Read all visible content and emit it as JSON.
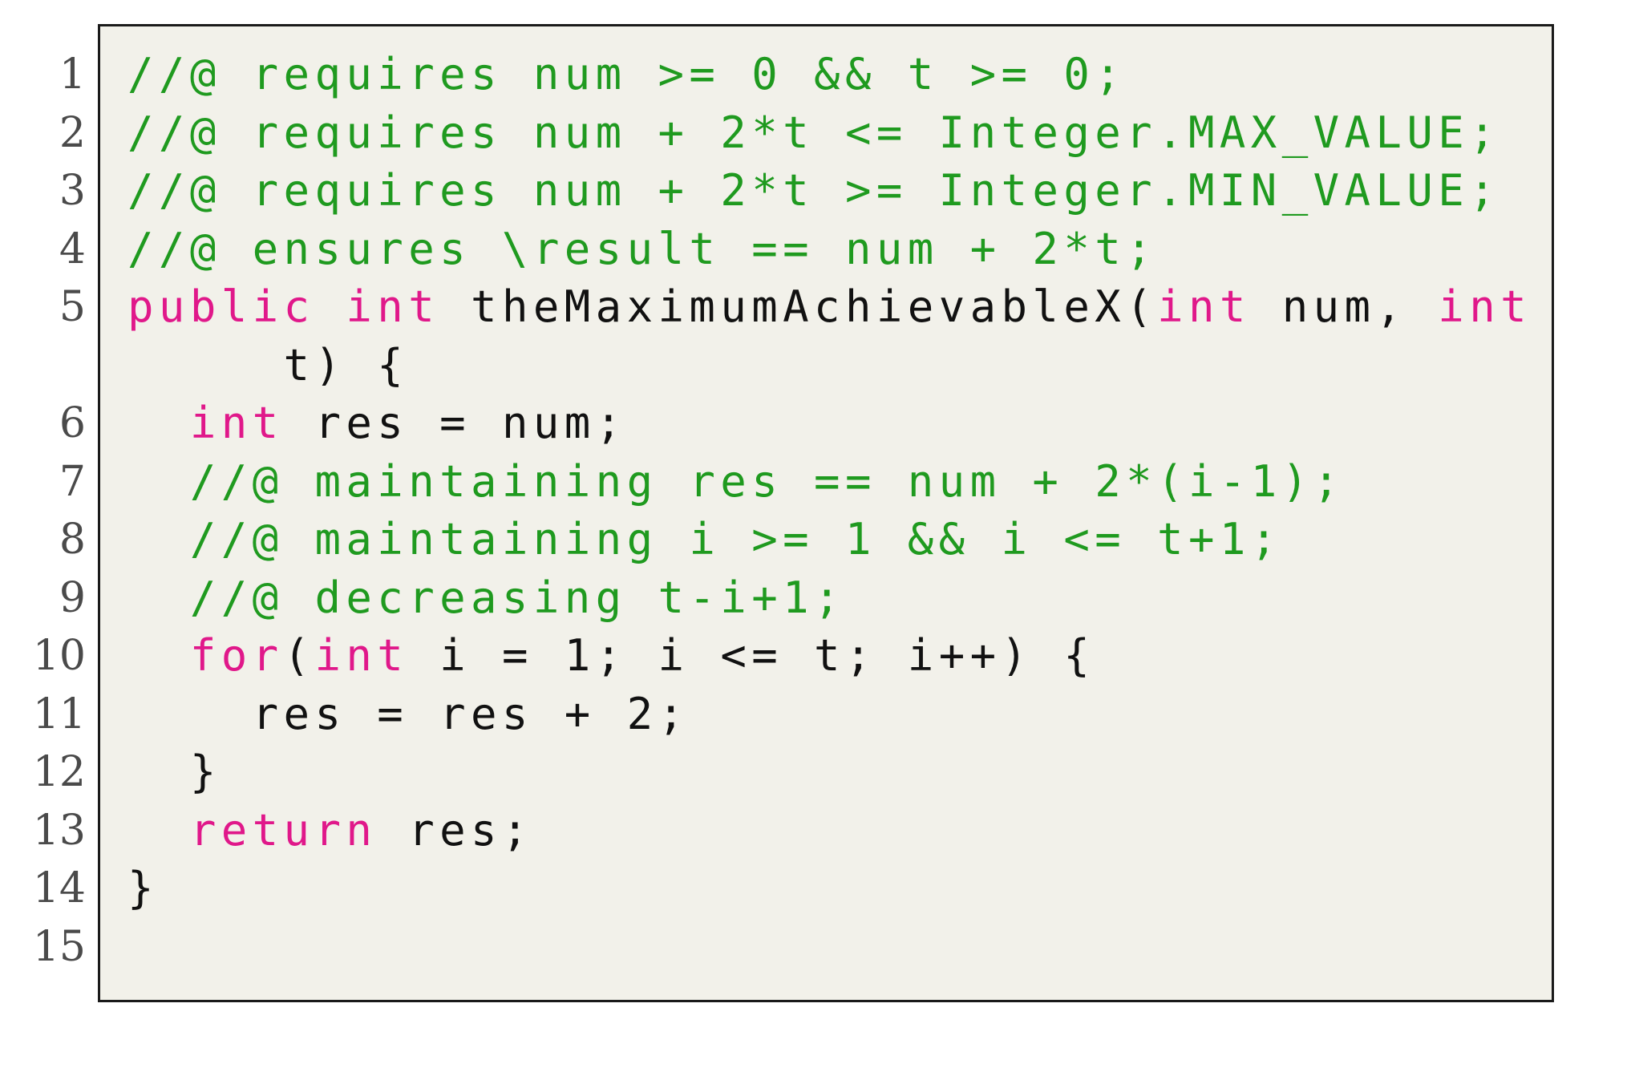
{
  "colors": {
    "comment": "#1f9a1f",
    "keyword": "#e0188a",
    "plain": "#111111",
    "line_number": "#4a4a4a",
    "background": "#f2f1ea",
    "border": "#1a1a1a"
  },
  "lines": [
    {
      "number": "1",
      "tokens": [
        {
          "text": "//@ requires num >= 0 && t >= 0;",
          "kind": "comment"
        }
      ]
    },
    {
      "number": "2",
      "tokens": [
        {
          "text": "//@ requires num + 2*t <= Integer.MAX_VALUE;",
          "kind": "comment"
        }
      ]
    },
    {
      "number": "3",
      "tokens": [
        {
          "text": "//@ requires num + 2*t >= Integer.MIN_VALUE;",
          "kind": "comment"
        }
      ]
    },
    {
      "number": "4",
      "tokens": [
        {
          "text": "//@ ensures \\result == num + 2*t;",
          "kind": "comment"
        }
      ]
    },
    {
      "number": "5",
      "tokens": [
        {
          "text": "public",
          "kind": "keyword"
        },
        {
          "text": " ",
          "kind": "plain"
        },
        {
          "text": "int",
          "kind": "keyword"
        },
        {
          "text": " theMaximumAchievableX(",
          "kind": "plain"
        },
        {
          "text": "int",
          "kind": "keyword"
        },
        {
          "text": " num, ",
          "kind": "plain"
        },
        {
          "text": "int",
          "kind": "keyword"
        }
      ]
    },
    {
      "number": "",
      "tokens": [
        {
          "text": "     t) {",
          "kind": "plain"
        }
      ]
    },
    {
      "number": "6",
      "tokens": [
        {
          "text": "  ",
          "kind": "plain"
        },
        {
          "text": "int",
          "kind": "keyword"
        },
        {
          "text": " res = num;",
          "kind": "plain"
        }
      ]
    },
    {
      "number": "7",
      "tokens": [
        {
          "text": "  ",
          "kind": "plain"
        },
        {
          "text": "//@ maintaining res == num + 2*(i-1);",
          "kind": "comment"
        }
      ]
    },
    {
      "number": "8",
      "tokens": [
        {
          "text": "  ",
          "kind": "plain"
        },
        {
          "text": "//@ maintaining i >= 1 && i <= t+1;",
          "kind": "comment"
        }
      ]
    },
    {
      "number": "9",
      "tokens": [
        {
          "text": "  ",
          "kind": "plain"
        },
        {
          "text": "//@ decreasing t-i+1;",
          "kind": "comment"
        }
      ]
    },
    {
      "number": "10",
      "tokens": [
        {
          "text": "  ",
          "kind": "plain"
        },
        {
          "text": "for",
          "kind": "keyword"
        },
        {
          "text": "(",
          "kind": "plain"
        },
        {
          "text": "int",
          "kind": "keyword"
        },
        {
          "text": " i = 1; i <= t; i++) {",
          "kind": "plain"
        }
      ]
    },
    {
      "number": "11",
      "tokens": [
        {
          "text": "    res = res + 2;",
          "kind": "plain"
        }
      ]
    },
    {
      "number": "12",
      "tokens": [
        {
          "text": "  }",
          "kind": "plain"
        }
      ]
    },
    {
      "number": "13",
      "tokens": [
        {
          "text": "  ",
          "kind": "plain"
        },
        {
          "text": "return",
          "kind": "keyword"
        },
        {
          "text": " res;",
          "kind": "plain"
        }
      ]
    },
    {
      "number": "14",
      "tokens": [
        {
          "text": "}",
          "kind": "plain"
        }
      ]
    },
    {
      "number": "15",
      "tokens": []
    }
  ]
}
